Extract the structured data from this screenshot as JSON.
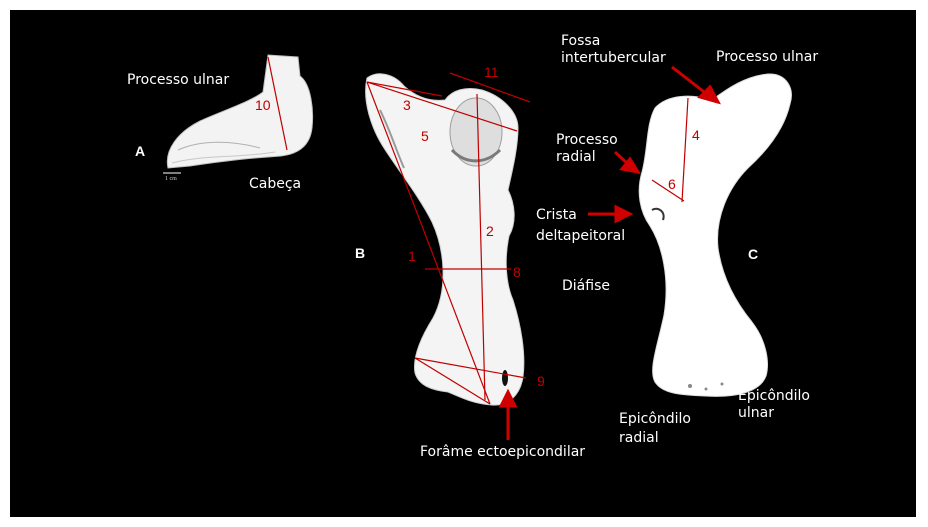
{
  "colors": {
    "background": "#000000",
    "bone": "#ffffff",
    "measure": "#c00000",
    "arrow": "#d00000"
  },
  "panels": {
    "a": "A",
    "b": "B",
    "c": "C"
  },
  "scale_bar": "1 cm",
  "labels": {
    "a_processo_ulnar": "Processo ulnar",
    "a_cabeca": "Cabeça",
    "diafise": "Diáfise",
    "forame": "Forâme ectoepicondilar",
    "fossa_line1": "Fossa",
    "fossa_line2": "intertubercular",
    "c_processo_ulnar": "Processo ulnar",
    "processo_radial_line1": "Processo",
    "processo_radial_line2": "radial",
    "crista_line1": "Crista",
    "crista_line2": "deltapeitoral",
    "epi_radial_line1": "Epicôndilo",
    "epi_radial_line2": "radial",
    "epi_ulnar_line1": "Epicôndilo",
    "epi_ulnar_line2": "ulnar"
  },
  "measurements": [
    "1",
    "2",
    "3",
    "4",
    "5",
    "6",
    "8",
    "9",
    "10",
    "11"
  ]
}
